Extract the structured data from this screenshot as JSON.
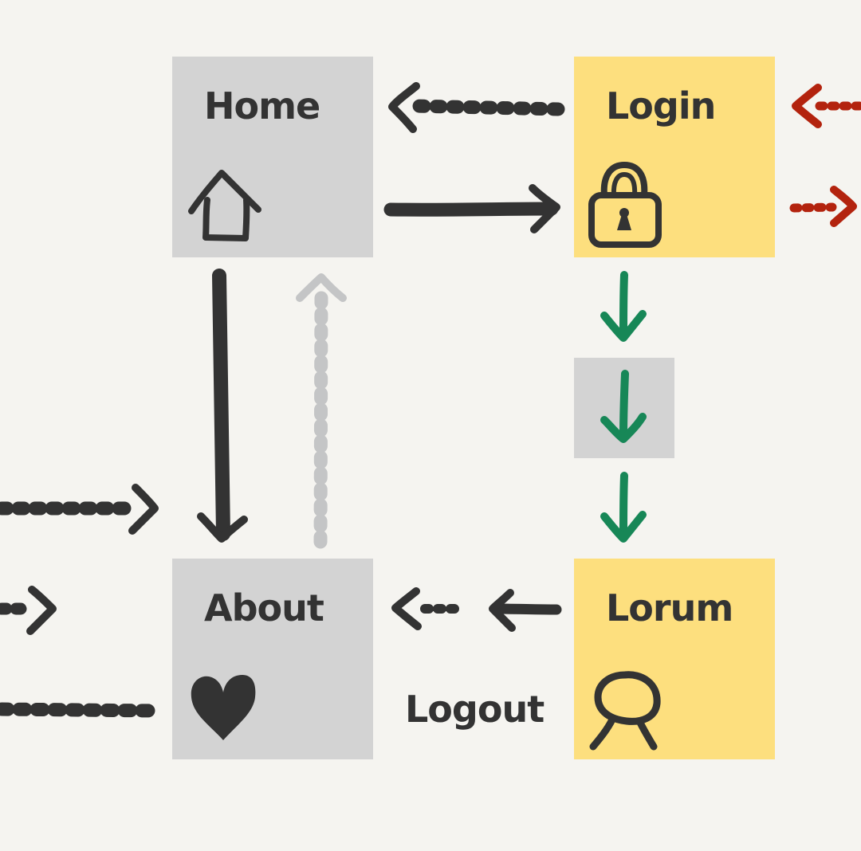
{
  "colors": {
    "background": "#f5f4f0",
    "gray_box": "#d3d3d3",
    "yellow_box": "#fddf7e",
    "ink": "#333333",
    "faded_ink": "#c4c5c6",
    "green": "#178757",
    "red": "#b3230e"
  },
  "nodes": {
    "home": {
      "label": "Home",
      "icon": "house-icon"
    },
    "login": {
      "label": "Login",
      "icon": "lock-icon"
    },
    "step": {
      "label": "",
      "icon": "green-down-arrow-icon"
    },
    "about": {
      "label": "About",
      "icon": "heart-icon"
    },
    "lorum": {
      "label": "Lorum",
      "icon": "user-icon"
    }
  },
  "edges": {
    "logout_label": "Logout"
  }
}
